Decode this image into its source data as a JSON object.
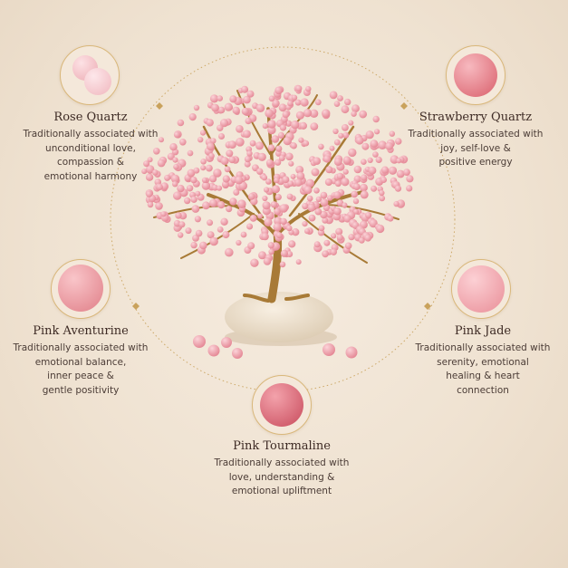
{
  "stones": {
    "rose_quartz": {
      "name": "Rose Quartz",
      "lines": [
        "Traditionally associated with",
        "unconditional love,",
        "compassion &",
        "emotional harmony"
      ],
      "color": "#f2b9c0"
    },
    "strawberry_quartz": {
      "name": "Strawberry Quartz",
      "lines": [
        "Traditionally associated with",
        "joy, self-love &",
        "positive energy"
      ],
      "color": "#e57f88"
    },
    "pink_aventurine": {
      "name": "Pink Aventurine",
      "lines": [
        "Traditionally associated with",
        "emotional balance,",
        "inner peace &",
        "gentle positivity"
      ],
      "color": "#e8949a"
    },
    "pink_jade": {
      "name": "Pink Jade",
      "lines": [
        "Traditionally associated with",
        "serenity, emotional",
        "healing & heart",
        "connection"
      ],
      "color": "#eca0a8"
    },
    "pink_tourmaline": {
      "name": "Pink Tourmaline",
      "lines": [
        "Traditionally associated with",
        "love, understanding &",
        "emotional upliftment"
      ],
      "color": "#d8606e"
    }
  },
  "colors": {
    "background": "#f2e6d7",
    "gold_accent": "#c9a25c",
    "blossom": "#ef9aa5",
    "trunk": "#a87a36",
    "base_stone": "#efe2cf"
  }
}
